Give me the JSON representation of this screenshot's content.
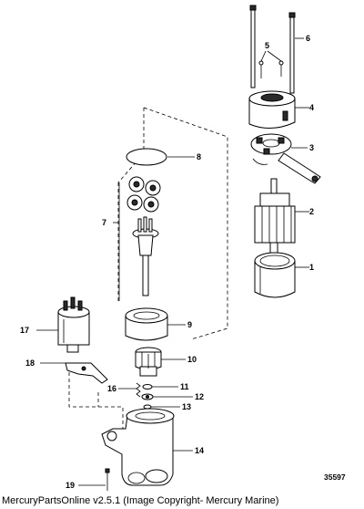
{
  "diagram": {
    "id": "35597",
    "callouts": [
      "1",
      "2",
      "3",
      "4",
      "5",
      "6",
      "7",
      "8",
      "9",
      "10",
      "11",
      "12",
      "13",
      "14",
      "16",
      "17",
      "18",
      "19"
    ]
  },
  "footer": {
    "text": "MercuryPartsOnline v2.5.1 (Image Copyright- Mercury Marine)"
  }
}
